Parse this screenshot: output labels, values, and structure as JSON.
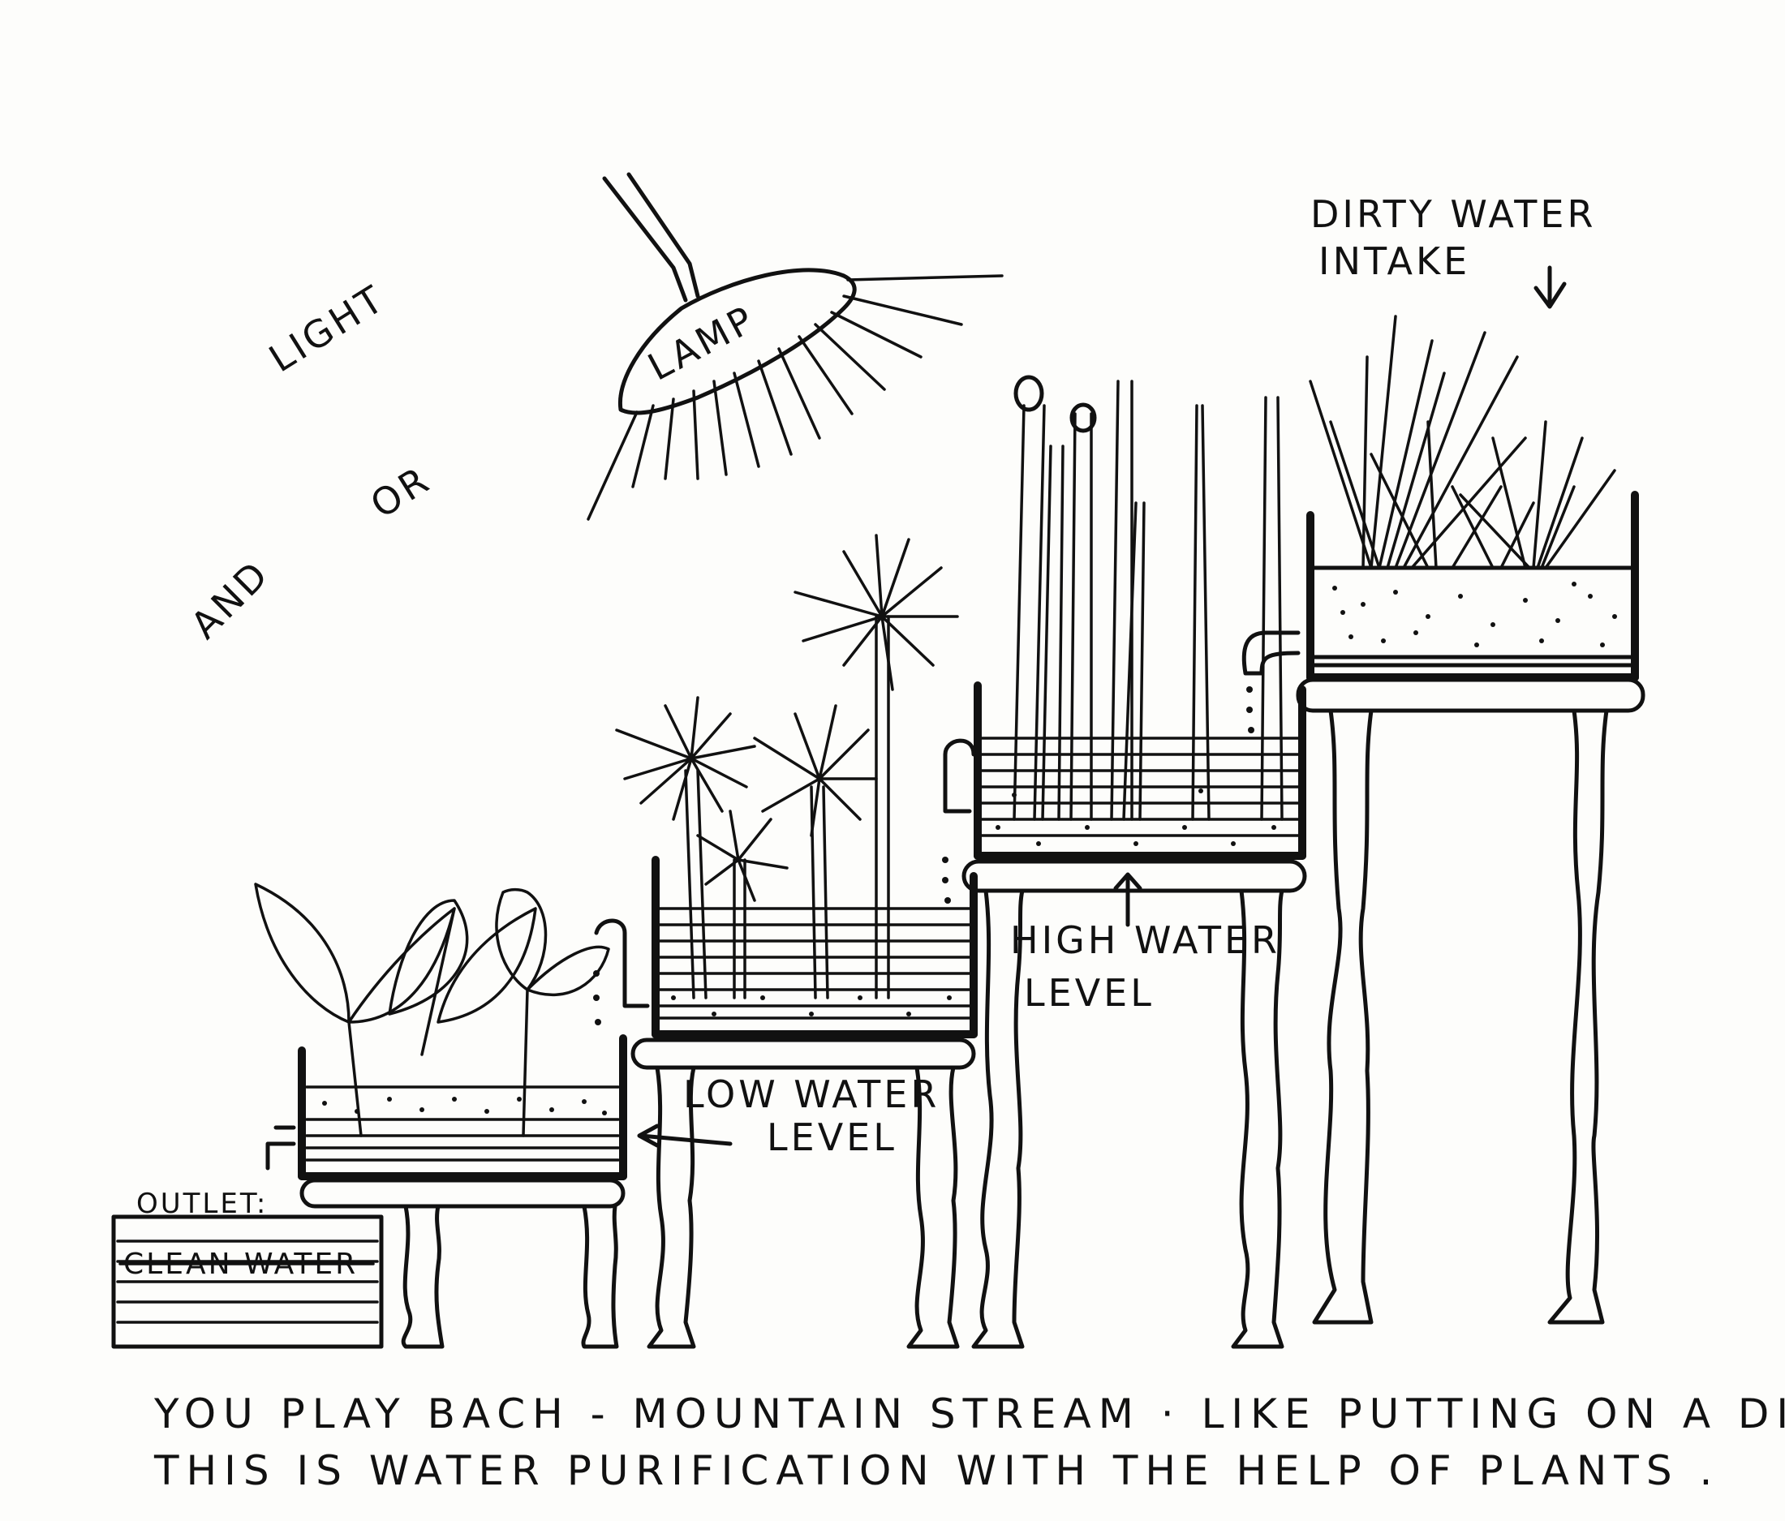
{
  "labels": {
    "light": "LIGHT",
    "or": "OR",
    "and": "AND",
    "lamp": "LAMP",
    "dirty_water_line1": "DIRTY WATER",
    "dirty_water_line2": "INTAKE",
    "high_water_line1": "HIGH WATER",
    "high_water_line2": "LEVEL",
    "low_water_line1": "LOW WATER",
    "low_water_line2": "LEVEL",
    "outlet": "OUTLET:",
    "clean_water": "CLEAN WATER"
  },
  "caption": {
    "line1": "YOU PLAY BACH - MOUNTAIN STREAM · LIKE PUTTING ON A DISK ·",
    "line2": "THIS IS WATER PURIFICATION WITH THE HELP OF PLANTS ."
  }
}
